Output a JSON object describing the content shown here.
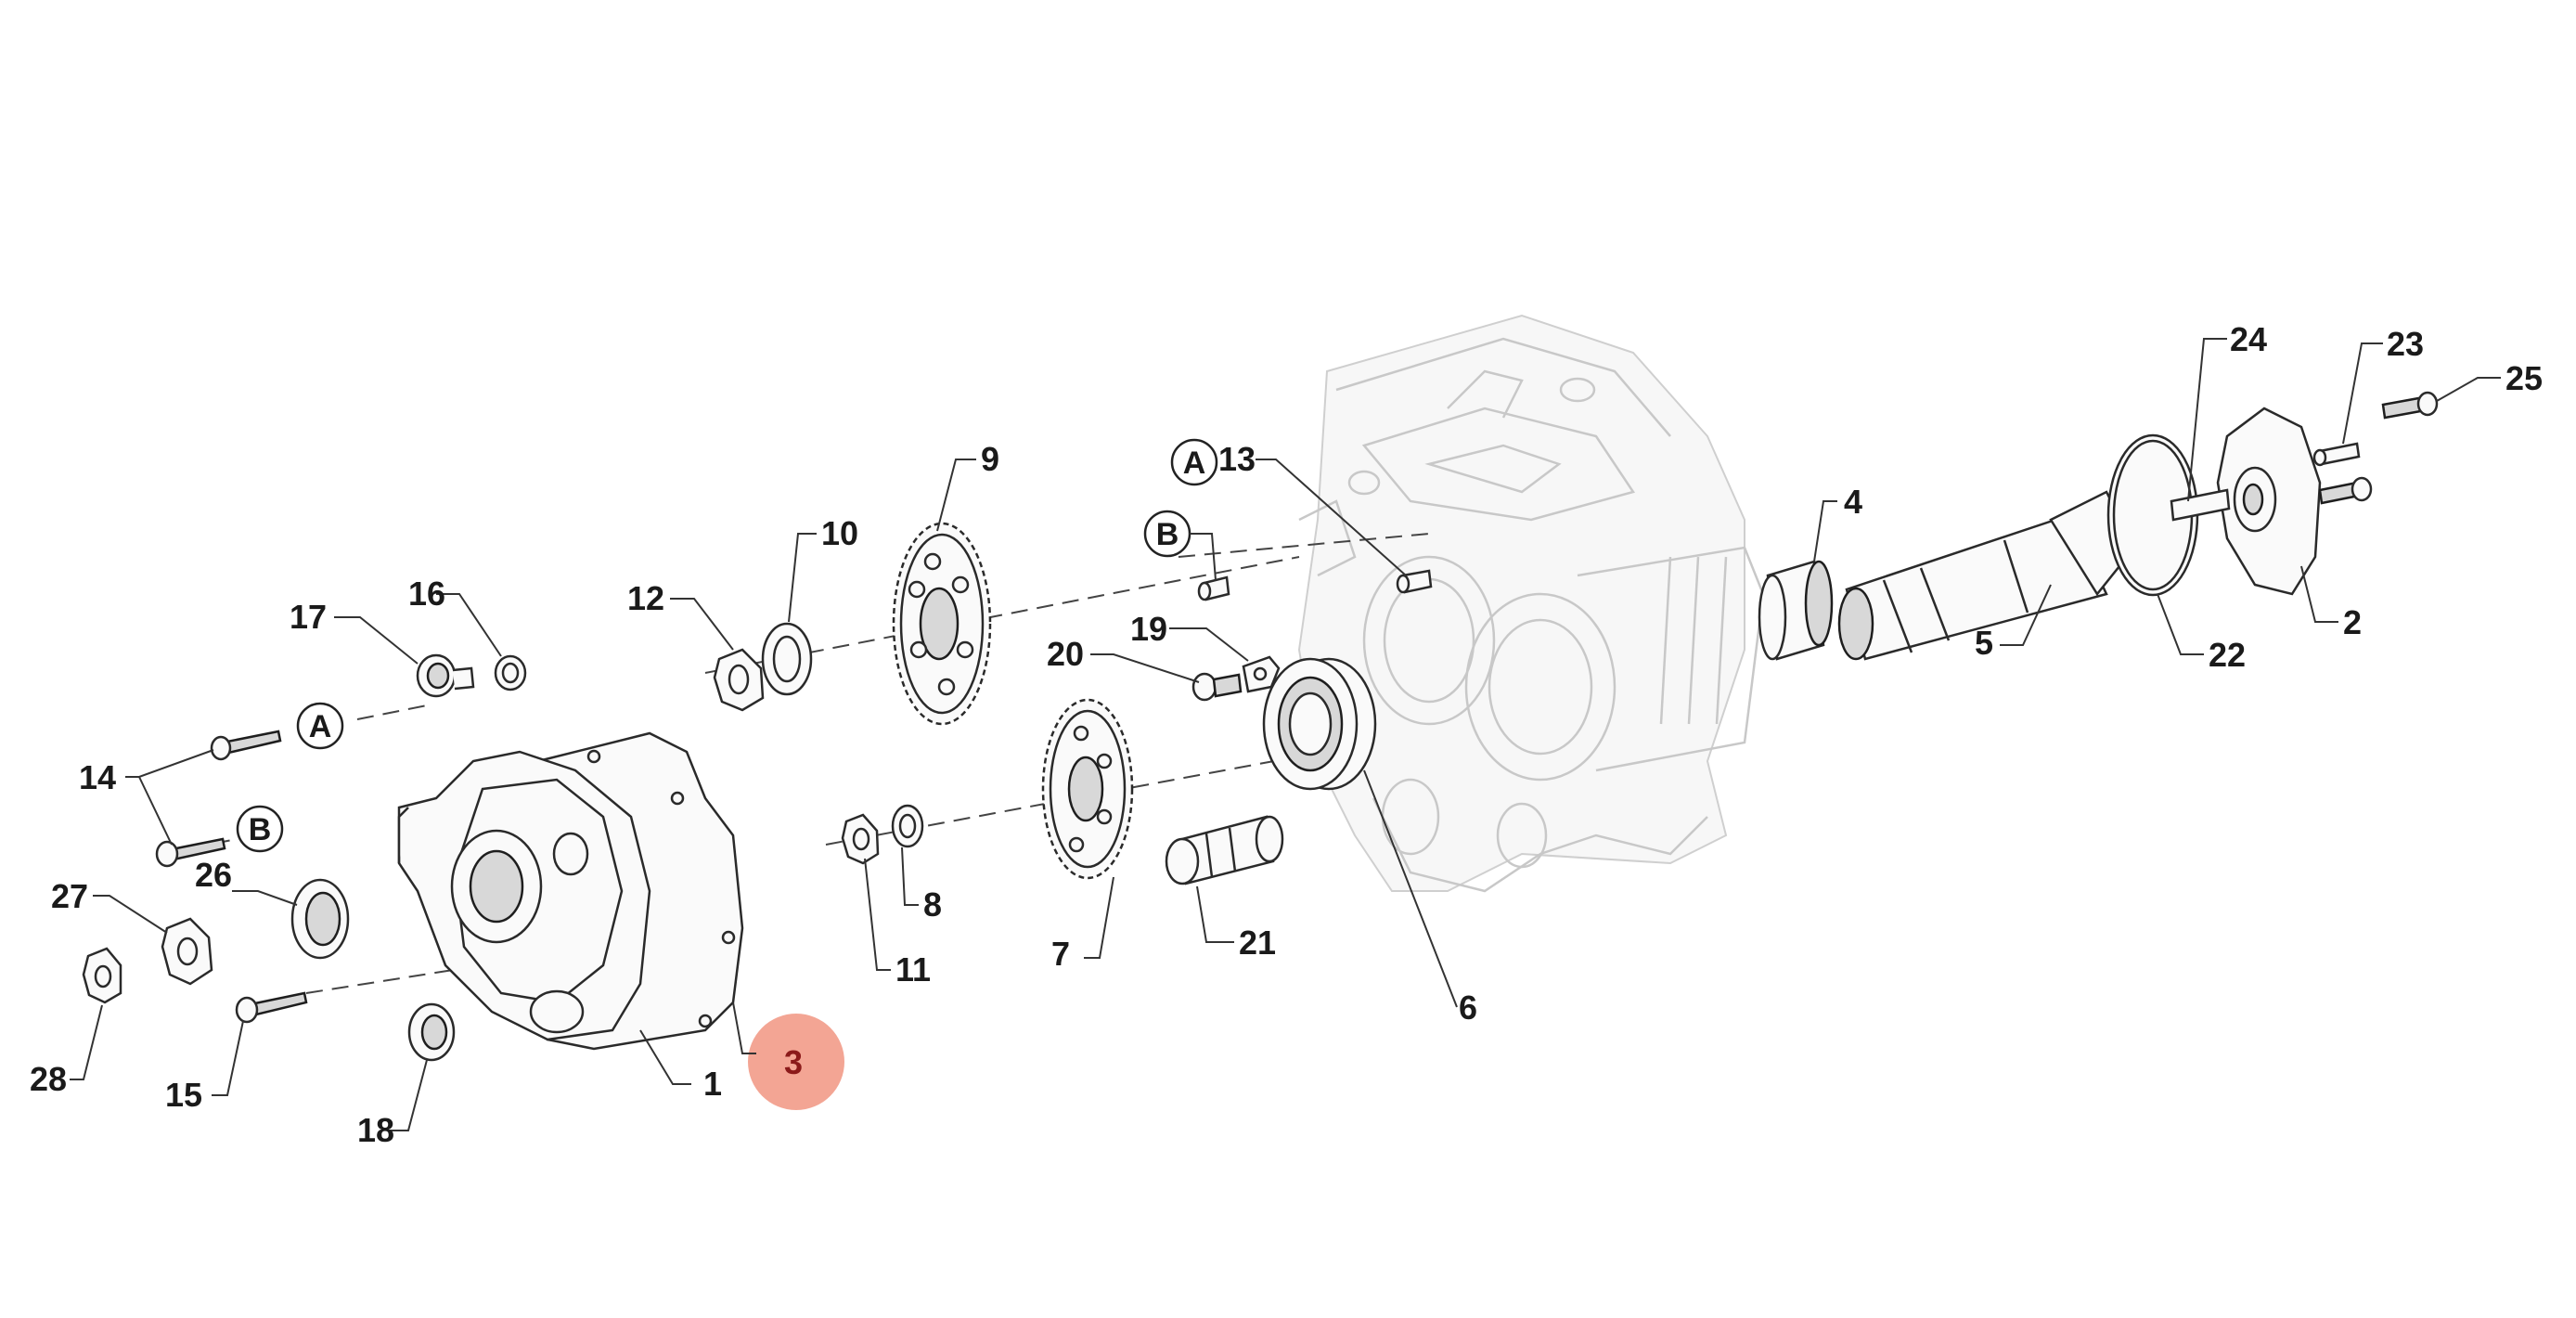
{
  "highlight": {
    "color": "#f2a08e",
    "text_color": "#8b1a1a"
  },
  "callouts": {
    "A": "A",
    "B": "B"
  },
  "labels": {
    "p1": "1",
    "p2": "2",
    "p3": "3",
    "p4": "4",
    "p5": "5",
    "p6": "6",
    "p7": "7",
    "p8": "8",
    "p9": "9",
    "p10": "10",
    "p11": "11",
    "p12": "12",
    "p13": "13",
    "p14": "14",
    "p15": "15",
    "p16": "16",
    "p17": "17",
    "p18": "18",
    "p19": "19",
    "p20": "20",
    "p21": "21",
    "p22": "22",
    "p23": "23",
    "p24": "24",
    "p25": "25",
    "p26": "26",
    "p27": "27",
    "p28": "28"
  }
}
